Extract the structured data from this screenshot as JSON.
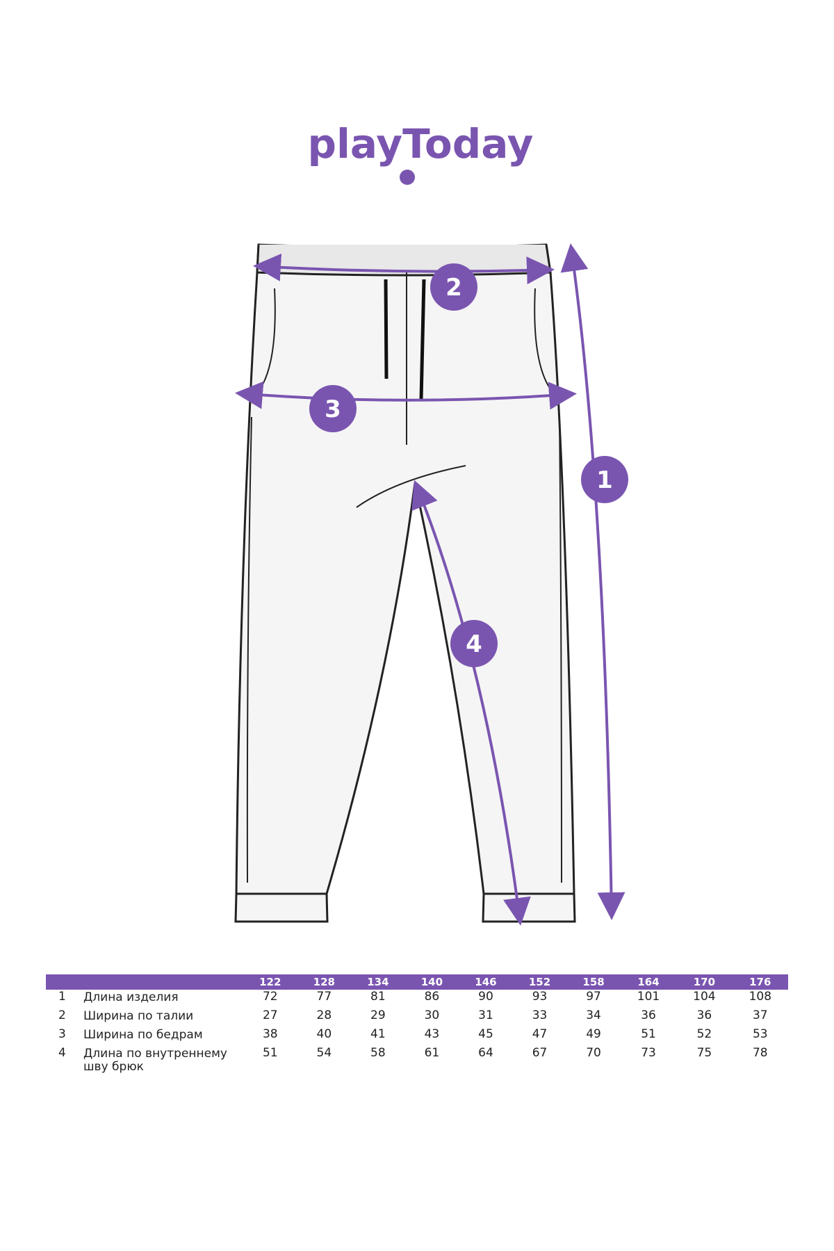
{
  "brand": {
    "logo_text": "playToday",
    "color": "#7a55b0"
  },
  "diagram": {
    "markers": [
      "1",
      "2",
      "3",
      "4"
    ]
  },
  "size_table": {
    "sizes": [
      "122",
      "128",
      "134",
      "140",
      "146",
      "152",
      "158",
      "164",
      "170",
      "176"
    ],
    "rows": [
      {
        "num": "1",
        "name": "Длина изделия",
        "values": [
          "72",
          "77",
          "81",
          "86",
          "90",
          "93",
          "97",
          "101",
          "104",
          "108"
        ]
      },
      {
        "num": "2",
        "name": "Ширина по талии",
        "values": [
          "27",
          "28",
          "29",
          "30",
          "31",
          "33",
          "34",
          "36",
          "36",
          "37"
        ]
      },
      {
        "num": "3",
        "name": "Ширина по бедрам",
        "values": [
          "38",
          "40",
          "41",
          "43",
          "45",
          "47",
          "49",
          "51",
          "52",
          "53"
        ]
      },
      {
        "num": "4",
        "name": "Длина по внутреннему шву брюк",
        "values": [
          "51",
          "54",
          "58",
          "61",
          "64",
          "67",
          "70",
          "73",
          "75",
          "78"
        ]
      }
    ]
  }
}
